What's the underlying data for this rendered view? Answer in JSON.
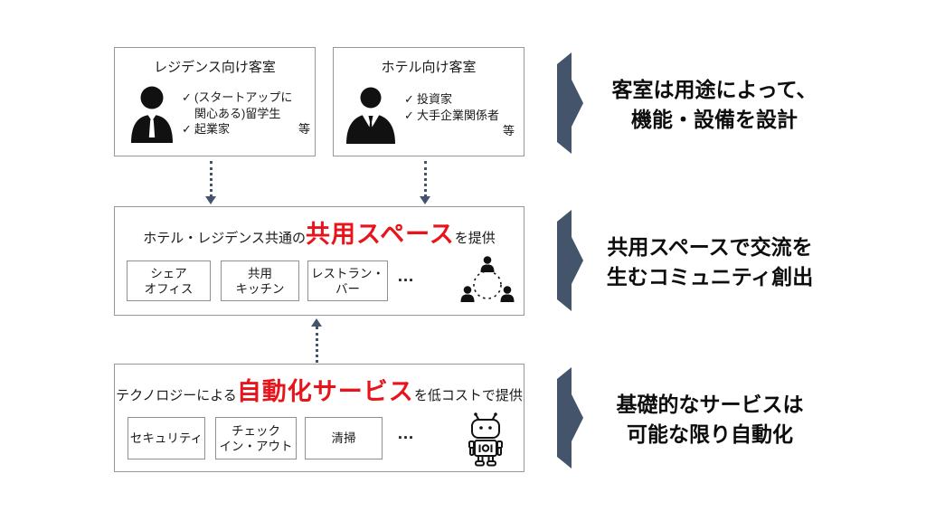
{
  "colors": {
    "accent": "#44546A",
    "highlight_red": "#e8141c",
    "box_border": "#979797"
  },
  "row1": {
    "residence": {
      "title": "レジデンス向け客室",
      "check": "✓",
      "item1_line1": "(スタートアップに",
      "item1_line2": "関心ある)留学生",
      "item2": "起業家",
      "etc": "等"
    },
    "hotel": {
      "title": "ホテル向け客室",
      "check": "✓",
      "item1": "投資家",
      "item2": "大手企業関係者",
      "etc": "等"
    },
    "takeaway_line1": "客室は用途によって、",
    "takeaway_line2": "機能・設備を設計"
  },
  "row2": {
    "heading_prefix": "ホテル・レジデンス共通の",
    "heading_highlight": "共用スペース",
    "heading_suffix": "を提供",
    "box1_line1": "シェア",
    "box1_line2": "オフィス",
    "box2_line1": "共用",
    "box2_line2": "キッチン",
    "box3_line1": "レストラン・",
    "box3_line2": "バー",
    "ellipsis": "…",
    "takeaway_line1": "共用スペースで交流を",
    "takeaway_line2": "生むコミュニティ創出"
  },
  "row3": {
    "heading_prefix": "テクノロジーによる",
    "heading_highlight": "自動化サービス",
    "heading_suffix": "を低コストで提供",
    "box1": "セキュリティ",
    "box2_line1": "チェック",
    "box2_line2": "イン・アウト",
    "box3": "清掃",
    "ellipsis": "…",
    "takeaway_line1": "基礎的なサービスは",
    "takeaway_line2": "可能な限り自動化"
  }
}
